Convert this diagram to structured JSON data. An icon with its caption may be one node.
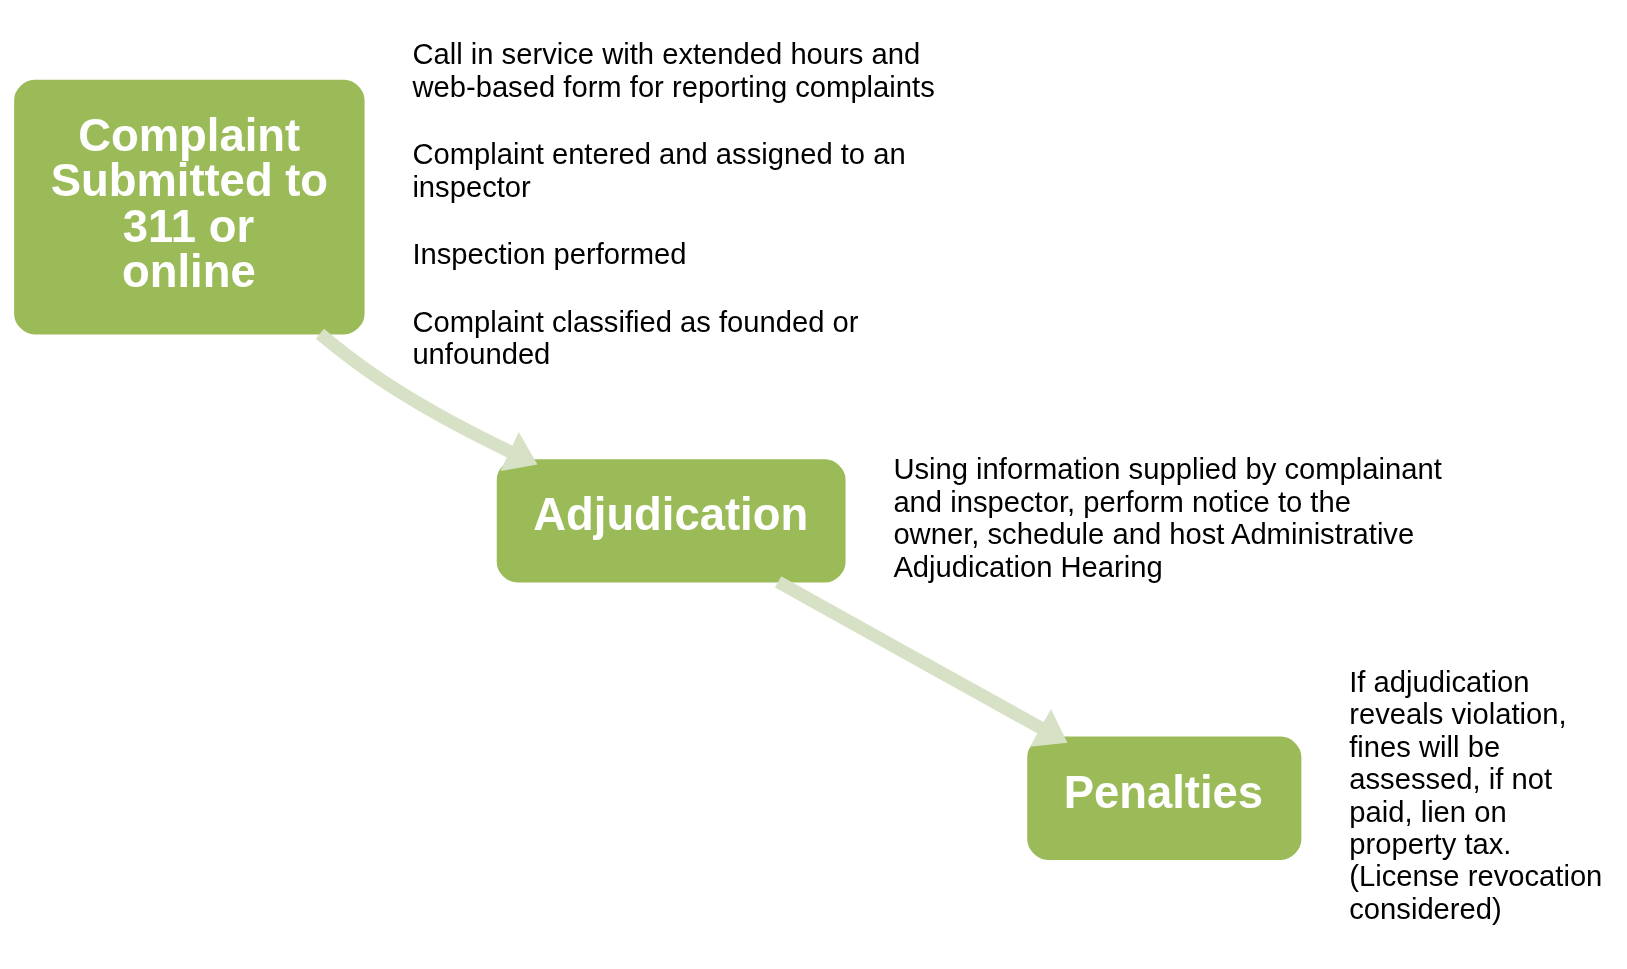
{
  "diagram": {
    "nodes": [
      {
        "text": [
          "Complaint Submitted to 311 or online"
        ],
        "beside": [
          "Call in service with extended hours and web-based form for reporting complaints",
          "Complaint entered and assigned to an inspector",
          "Inspection performed",
          "Complaint classified as founded or unfounded"
        ]
      },
      {
        "text": [
          "Adjudication"
        ],
        "beside": [
          "Using information supplied by complainant and inspector, perform notice to the owner, schedule and host Administrative Adjudication Hearing"
        ]
      },
      {
        "text": [
          "Penalties"
        ],
        "beside": [
          "If adjudication reveals violation, fines will be assessed, if not paid, lien on property tax. (License revocation considered)"
        ]
      }
    ],
    "edges": [
      {
        "from": 0,
        "to": 1,
        "arrow": "to"
      },
      {
        "from": 1,
        "to": 2,
        "arrow": "to"
      }
    ]
  }
}
